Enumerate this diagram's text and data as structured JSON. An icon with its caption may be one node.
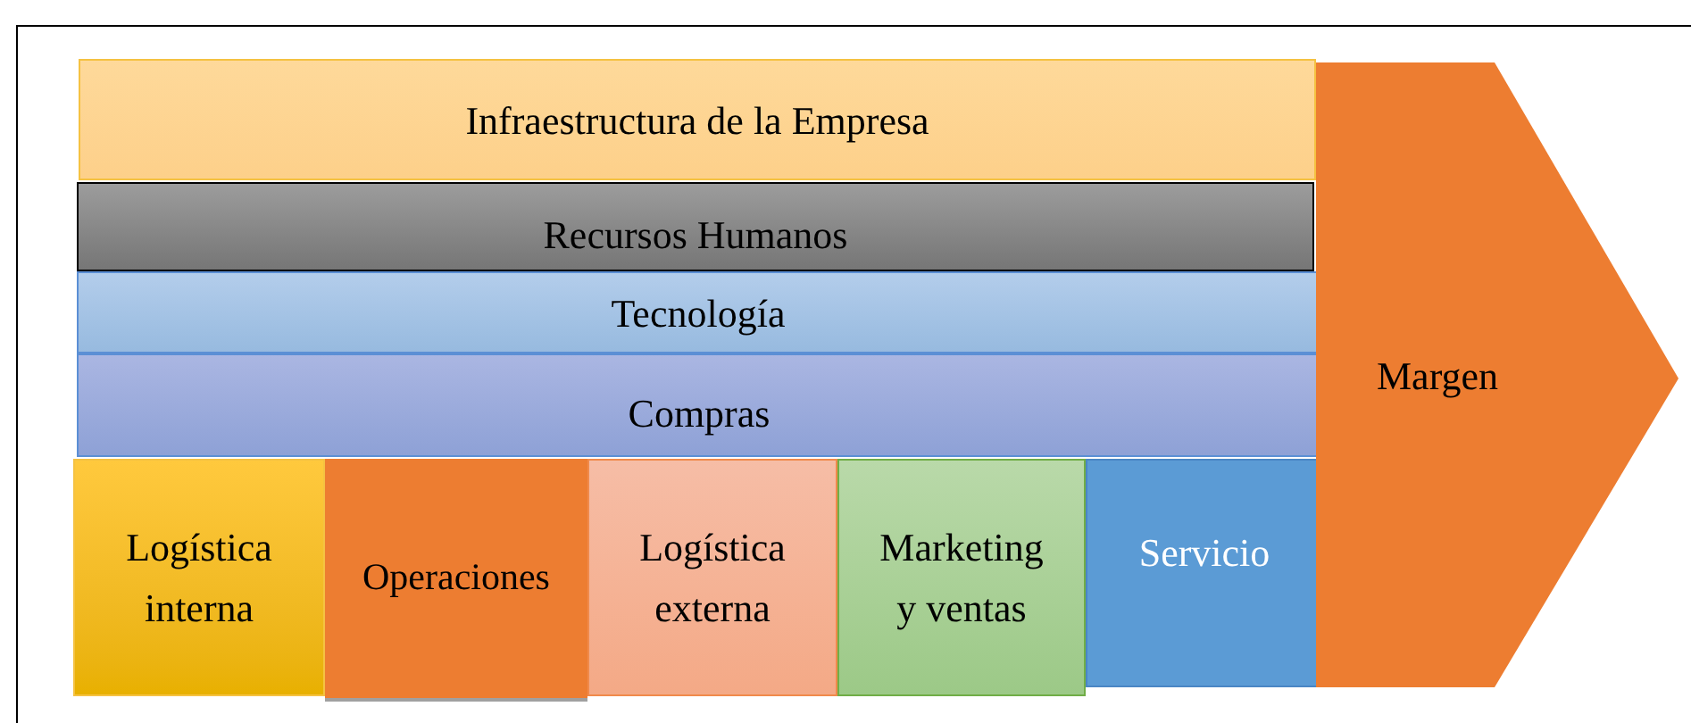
{
  "diagram": {
    "nodes": [
      {
        "text": [
          "Infraestructura  de la Empresa"
        ]
      },
      {
        "text": [
          "Recursos Humanos"
        ]
      },
      {
        "text": [
          "Tecnología"
        ]
      },
      {
        "text": [
          "Compras"
        ]
      },
      {
        "text": [
          "Logística interna"
        ]
      },
      {
        "text": [
          "Operaciones"
        ]
      },
      {
        "text": [
          "Logística externa"
        ]
      },
      {
        "text": [
          "Marketing y ventas"
        ]
      },
      {
        "text": [
          "Servicio"
        ]
      },
      {
        "text": [
          "Margen"
        ]
      }
    ]
  }
}
